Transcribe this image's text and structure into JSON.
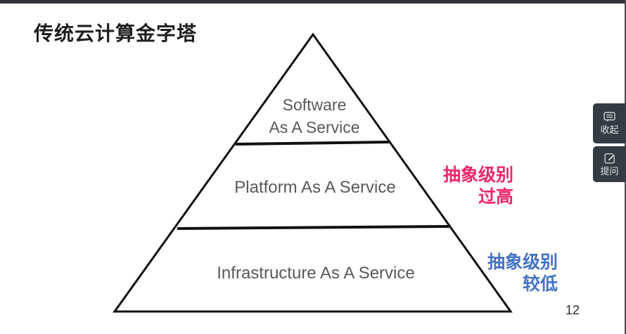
{
  "page": {
    "title": "传统云计算金字塔",
    "page_number": "12"
  },
  "pyramid": {
    "type": "diagram-pyramid",
    "layers": [
      {
        "name": "saas",
        "label_line1": "Software",
        "label_line2": "As A Service"
      },
      {
        "name": "paas",
        "label": "Platform As A Service"
      },
      {
        "name": "iaas",
        "label": "Infrastructure As A Service"
      }
    ]
  },
  "annotations": {
    "high": {
      "line1": "抽象级别",
      "line2": "过高",
      "color": "#F0266B"
    },
    "low": {
      "line1": "抽象级别",
      "line2": "较低",
      "color": "#4472C4"
    }
  },
  "sidebar": {
    "collapse": {
      "label": "收起",
      "icon": "comment-bubble-icon"
    },
    "ask": {
      "label": "提问",
      "icon": "compose-icon"
    }
  },
  "colors": {
    "pyramid_stroke": "#111111",
    "layer_text": "#595959",
    "topbar": "#30313b",
    "sidebar_button": "#343b44"
  }
}
